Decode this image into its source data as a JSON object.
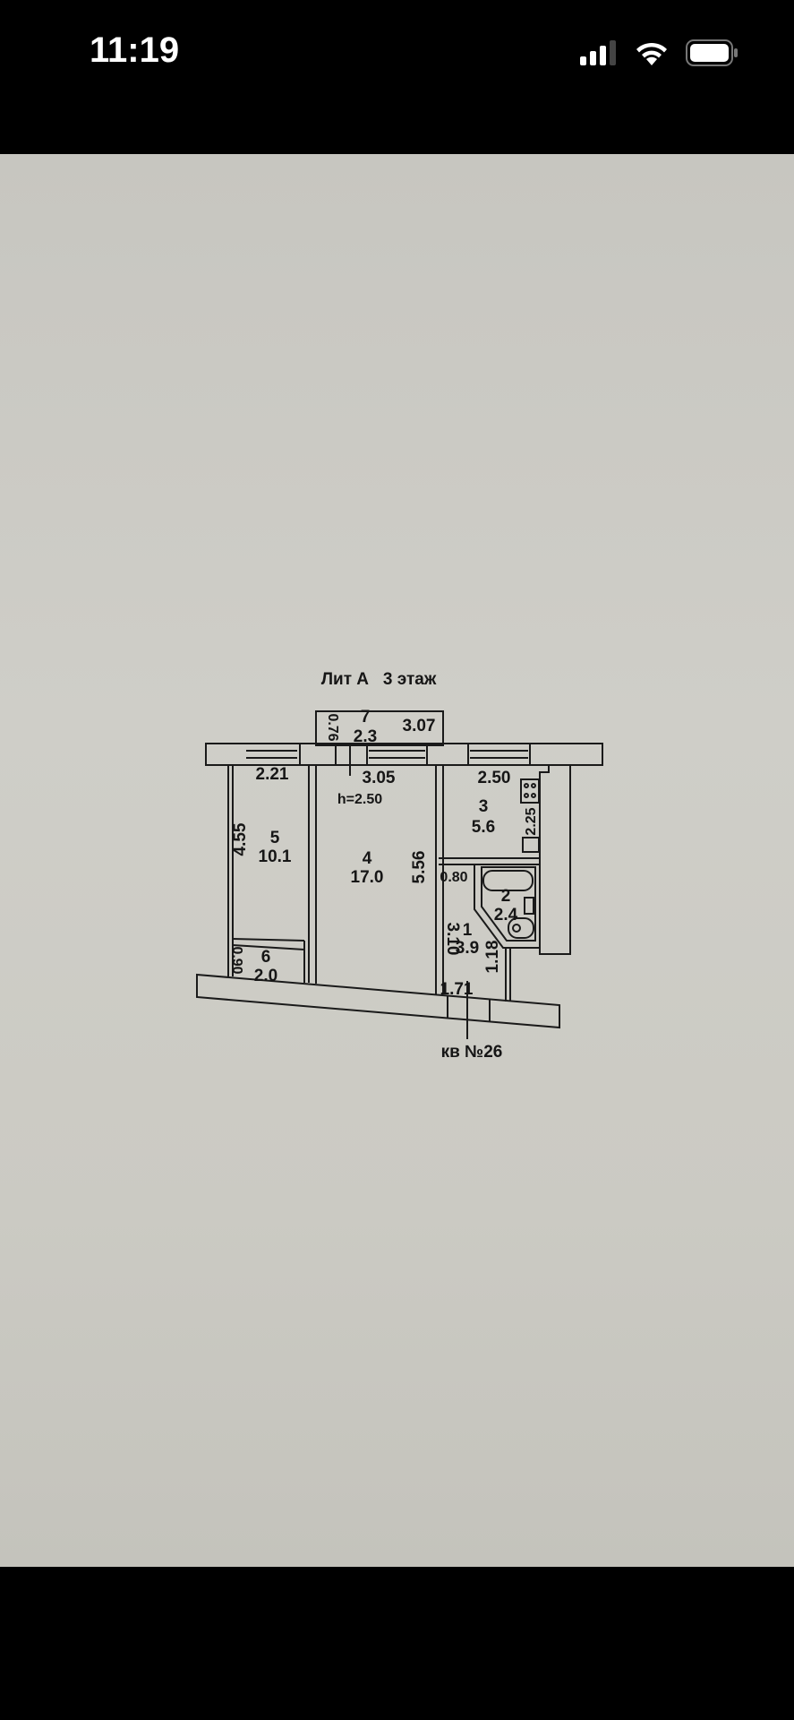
{
  "status_bar": {
    "time": "11:19",
    "icons": [
      "cellular-signal-icon",
      "wifi-icon",
      "battery-icon"
    ]
  },
  "floor_plan": {
    "title": "Лит А   3 этаж",
    "apartment_label": "кв №26",
    "ceiling_height": "h=2.50",
    "rooms": [
      {
        "number": "1",
        "area": "3.9"
      },
      {
        "number": "2",
        "area": "2.4"
      },
      {
        "number": "3",
        "area": "5.6"
      },
      {
        "number": "4",
        "area": "17.0"
      },
      {
        "number": "5",
        "area": "10.1"
      },
      {
        "number": "6",
        "area": "2.0"
      },
      {
        "number": "7",
        "area": "2.3"
      }
    ],
    "dimensions": {
      "balcony_depth": "0.76",
      "balcony_width": "3.07",
      "room5_width": "2.21",
      "room4_width": "3.05",
      "kitchen_width": "2.50",
      "kitchen_length": "2.25",
      "room5_length": "4.55",
      "room4_length": "5.56",
      "bath_door": "0.80",
      "hall_length": "3.10",
      "hall_depth": "1.18",
      "hall_width": "1.71",
      "closet_depth": "0.90"
    }
  }
}
